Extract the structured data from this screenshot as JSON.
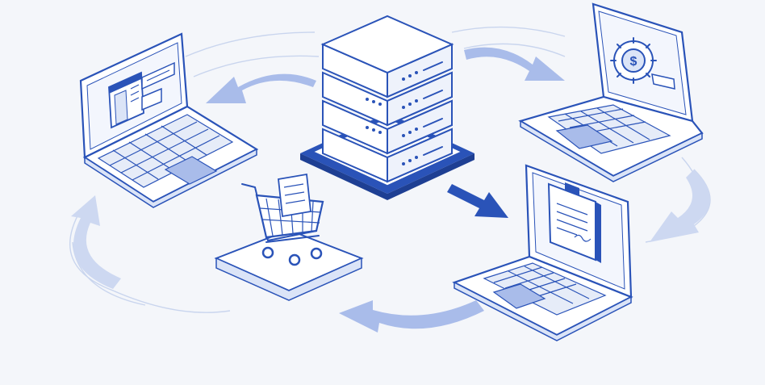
{
  "scene": {
    "kind": "isometric illustration",
    "description_elements": [
      "server-stack",
      "laptop-dashboard",
      "laptop-settings",
      "laptop-clipboard",
      "shopping-cart-platform",
      "flow-arrows"
    ],
    "colors": {
      "background": "#f4f6fa",
      "primary_blue": "#2a53b8",
      "light_blue": "#a9bcea",
      "pale_blue": "#dbe4f7",
      "surface_white": "#ffffff",
      "key_fill": "#e6ecf8"
    }
  }
}
